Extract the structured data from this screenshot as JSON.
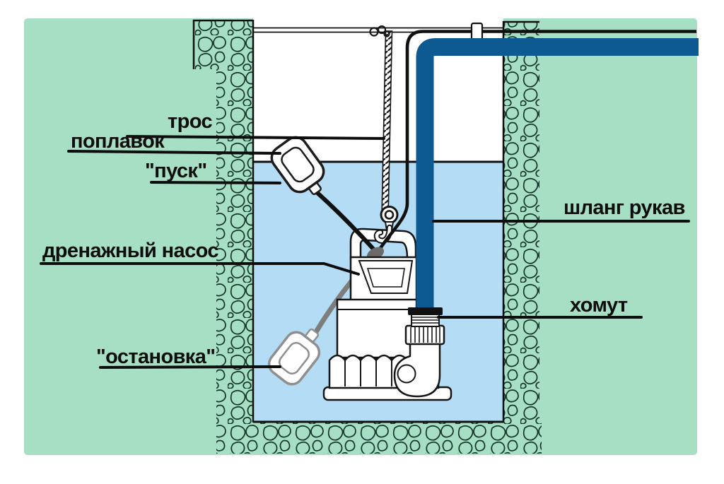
{
  "diagram": {
    "labels": {
      "rope": "трос",
      "float": "поплавок",
      "start": "\"пуск\"",
      "pump": "дренажный насос",
      "stop": "\"остановка\"",
      "hose": "шланг рукав",
      "clamp": "хомут"
    },
    "colors": {
      "ground_green": "#a6dfc4",
      "water_blue": "#b4dcf4",
      "hose_blue": "#0d5a92",
      "outline_black": "#111111",
      "cable_gray": "#7d7d7d",
      "float_gray_outline": "#8f8f8f"
    }
  }
}
